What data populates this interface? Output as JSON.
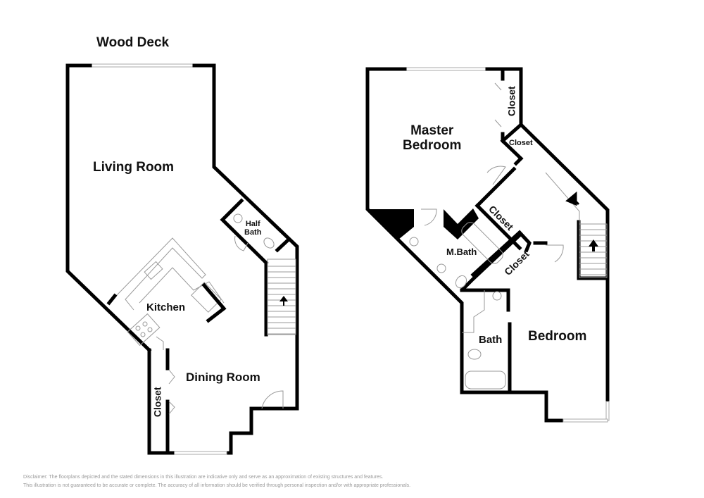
{
  "labels": {
    "wood_deck": "Wood Deck",
    "living_room": "Living Room",
    "half_bath": "Half\nBath",
    "kitchen": "Kitchen",
    "dining_room": "Dining Room",
    "closet_dining": "Closet",
    "master_bedroom": "Master\nBedroom",
    "closet_master": "Closet",
    "closet_small": "Closet",
    "closet_hall": "Closet",
    "closet_hall2": "Closet",
    "m_bath": "M.Bath",
    "bath": "Bath",
    "bedroom": "Bedroom"
  },
  "disclaimer": {
    "line1": "Disclaimer: The floorplans depicted and the stated dimensions in this illustration are indicative only and serve as an approximation of existing structures and features.",
    "line2": "This illustration is not guaranteed to be accurate or complete. The accuracy of all information should be verified through personal inspection and/or with appropriate professionals."
  }
}
